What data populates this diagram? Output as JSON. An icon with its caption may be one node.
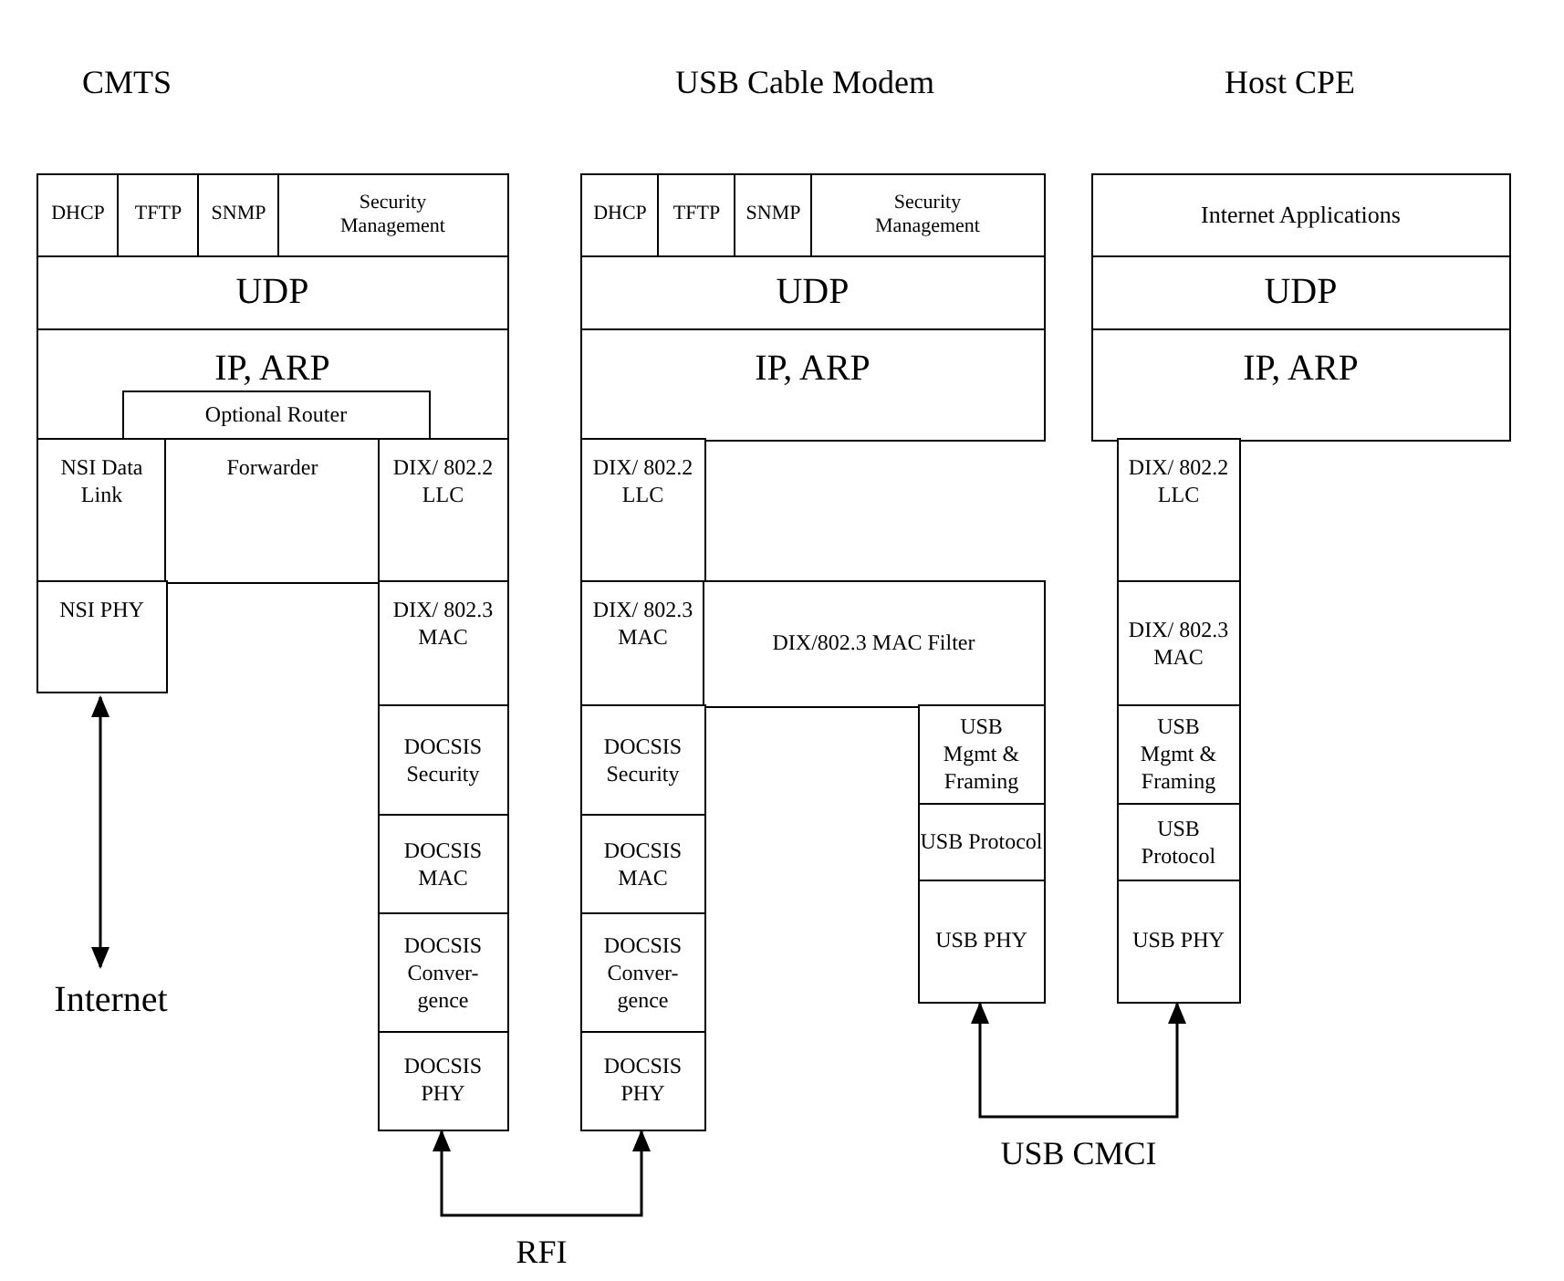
{
  "diagram": {
    "nodes": [
      {
        "text": [
          "DHCP"
        ]
      },
      {
        "text": [
          "TFTP"
        ]
      },
      {
        "text": [
          "SNMP"
        ]
      },
      {
        "text": [
          "Security Management"
        ]
      },
      {
        "text": [
          "UDP"
        ]
      },
      {
        "text": [
          "IP, ARP"
        ]
      },
      {
        "text": [
          "Optional Router"
        ],
        "in": 5
      },
      {
        "text": [
          "NSI Data Link"
        ]
      },
      {
        "text": [
          "Forwarder"
        ]
      },
      {
        "text": [
          "DIX/ 802.2 LLC"
        ]
      },
      {
        "text": [
          "NSI PHY"
        ]
      },
      {
        "text": [
          "DIX/ 802.3 MAC"
        ]
      },
      {
        "text": [
          "DOCSIS Security"
        ]
      },
      {
        "text": [
          "DOCSIS MAC"
        ]
      },
      {
        "text": [
          "DOCSIS Conver-gence"
        ]
      },
      {
        "text": [
          "DOCSIS PHY"
        ]
      },
      {
        "text": [
          "DHCP"
        ]
      },
      {
        "text": [
          "TFTP"
        ]
      },
      {
        "text": [
          "SNMP"
        ]
      },
      {
        "text": [
          "Security Management"
        ]
      },
      {
        "text": [
          "UDP"
        ]
      },
      {
        "text": [
          "IP, ARP"
        ]
      },
      {
        "text": [
          "DIX/ 802.2 LLC"
        ]
      },
      {
        "text": [
          "DIX/ 802.3 MAC"
        ]
      },
      {
        "text": [
          "DIX/802.3 MAC Filter"
        ]
      },
      {
        "text": [
          "DOCSIS Security"
        ]
      },
      {
        "text": [
          "DOCSIS MAC"
        ]
      },
      {
        "text": [
          "DOCSIS Conver-gence"
        ]
      },
      {
        "text": [
          "DOCSIS PHY"
        ]
      },
      {
        "text": [
          "USB Mgmt & Framing"
        ]
      },
      {
        "text": [
          "USB Protocol"
        ]
      },
      {
        "text": [
          "USB PHY"
        ]
      },
      {
        "text": [
          "Internet Applications"
        ]
      },
      {
        "text": [
          "UDP"
        ]
      },
      {
        "text": [
          "IP, ARP"
        ]
      },
      {
        "text": [
          "DIX/ 802.2 LLC"
        ]
      },
      {
        "text": [
          "DIX/ 802.3 MAC"
        ]
      },
      {
        "text": [
          "USB Mgmt & Framing"
        ]
      },
      {
        "text": [
          "USB Protocol"
        ]
      },
      {
        "text": [
          "USB PHY"
        ]
      },
      {
        "text": [
          "Internet"
        ]
      }
    ],
    "edges": [
      {
        "from": 10,
        "to": 40,
        "arrow": "both"
      },
      {
        "from": 15,
        "to": 28,
        "arrow": "both",
        "label": "RFI"
      },
      {
        "from": 31,
        "to": 39,
        "arrow": "both",
        "label": "USB CMCI"
      }
    ],
    "labels": [
      "CMTS",
      "USB Cable Modem",
      "Host CPE"
    ]
  }
}
